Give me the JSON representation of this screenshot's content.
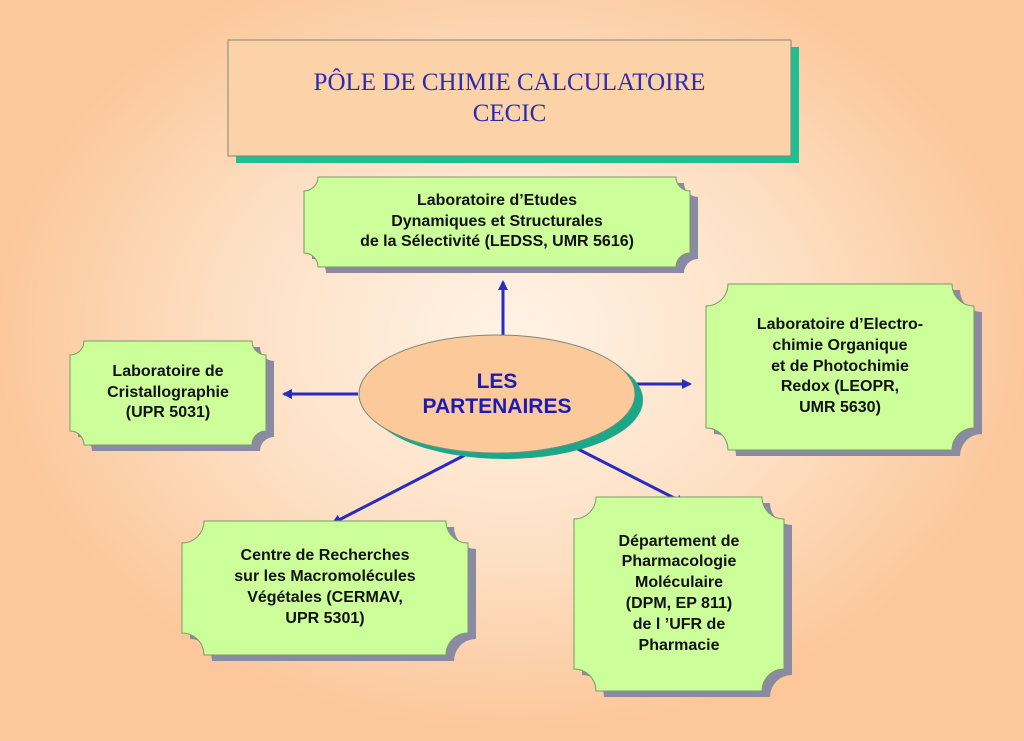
{
  "title": {
    "line1": "PÔLE DE CHIMIE CALCULATOIRE",
    "line2": "CECIC"
  },
  "center": {
    "line1": "LES",
    "line2": "PARTENAIRES"
  },
  "partners": {
    "ledss": {
      "line1": "Laboratoire d’Etudes",
      "line2": "Dynamiques et Structurales",
      "line3": "de la Sélectivité (LEDSS, UMR 5616)"
    },
    "cristallo": {
      "line1": "Laboratoire de",
      "line2": "Cristallographie",
      "line3": "(UPR 5031)"
    },
    "leopr": {
      "line1": "Laboratoire d’Electro-",
      "line2": "chimie Organique",
      "line3": "et de Photochimie",
      "line4": "Redox (LEOPR,",
      "line5": "UMR 5630)"
    },
    "cermav": {
      "line1": "Centre de Recherches",
      "line2": "sur les Macromolécules",
      "line3": "Végétales (CERMAV,",
      "line4": "UPR 5301)"
    },
    "dpm": {
      "line1": "Département de",
      "line2": "Pharmacologie",
      "line3": "Moléculaire",
      "line4": "(DPM, EP 811)",
      "line5": "de l ’UFR de",
      "line6": "Pharmacie"
    }
  },
  "colors": {
    "box_fill": "#ccff99",
    "box_shadow": "#8a8aa3",
    "title_fill": "#fcd2a8",
    "title_shadow": "#1fbf93",
    "ellipse_fill": "#fcc99a",
    "ellipse_shadow": "#1aa88a",
    "arrow": "#2b2bbf",
    "text_blue": "#2b2bb3"
  }
}
